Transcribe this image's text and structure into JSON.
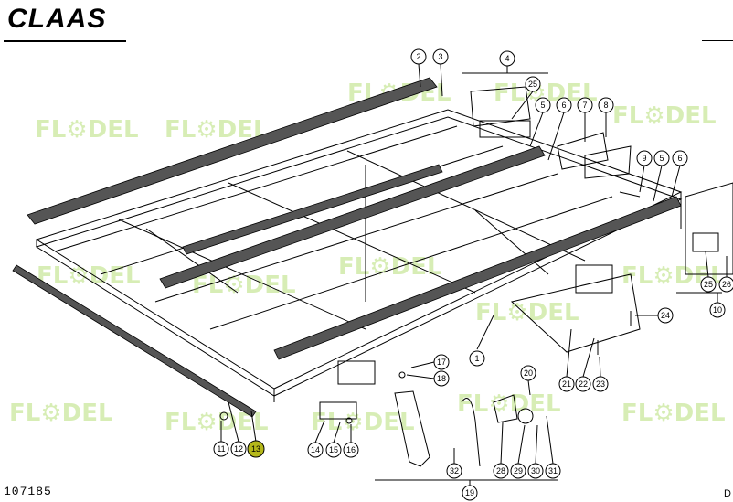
{
  "brand": {
    "logo_text": "CLAAS",
    "watermark_text": "FL⚙DEL"
  },
  "document": {
    "number": "107185",
    "page_letter": "D"
  },
  "callouts": [
    {
      "label": "1"
    },
    {
      "label": "2"
    },
    {
      "label": "3"
    },
    {
      "label": "4"
    },
    {
      "label": "5"
    },
    {
      "label": "6"
    },
    {
      "label": "7"
    },
    {
      "label": "8"
    },
    {
      "label": "9"
    },
    {
      "label": "5"
    },
    {
      "label": "6"
    },
    {
      "label": "10"
    },
    {
      "label": "11"
    },
    {
      "label": "12"
    },
    {
      "label": "13"
    },
    {
      "label": "14"
    },
    {
      "label": "15"
    },
    {
      "label": "16"
    },
    {
      "label": "17"
    },
    {
      "label": "18"
    },
    {
      "label": "19"
    },
    {
      "label": "20"
    },
    {
      "label": "21"
    },
    {
      "label": "22"
    },
    {
      "label": "23"
    },
    {
      "label": "24"
    },
    {
      "label": "25"
    },
    {
      "label": "25"
    },
    {
      "label": "26"
    },
    {
      "label": "28"
    },
    {
      "label": "29"
    },
    {
      "label": "30"
    },
    {
      "label": "31"
    },
    {
      "label": "32"
    }
  ],
  "highlight": {
    "label": "13",
    "color": "#b5b81a"
  },
  "colors": {
    "line": "#000000",
    "watermark": "#b7e07a"
  }
}
